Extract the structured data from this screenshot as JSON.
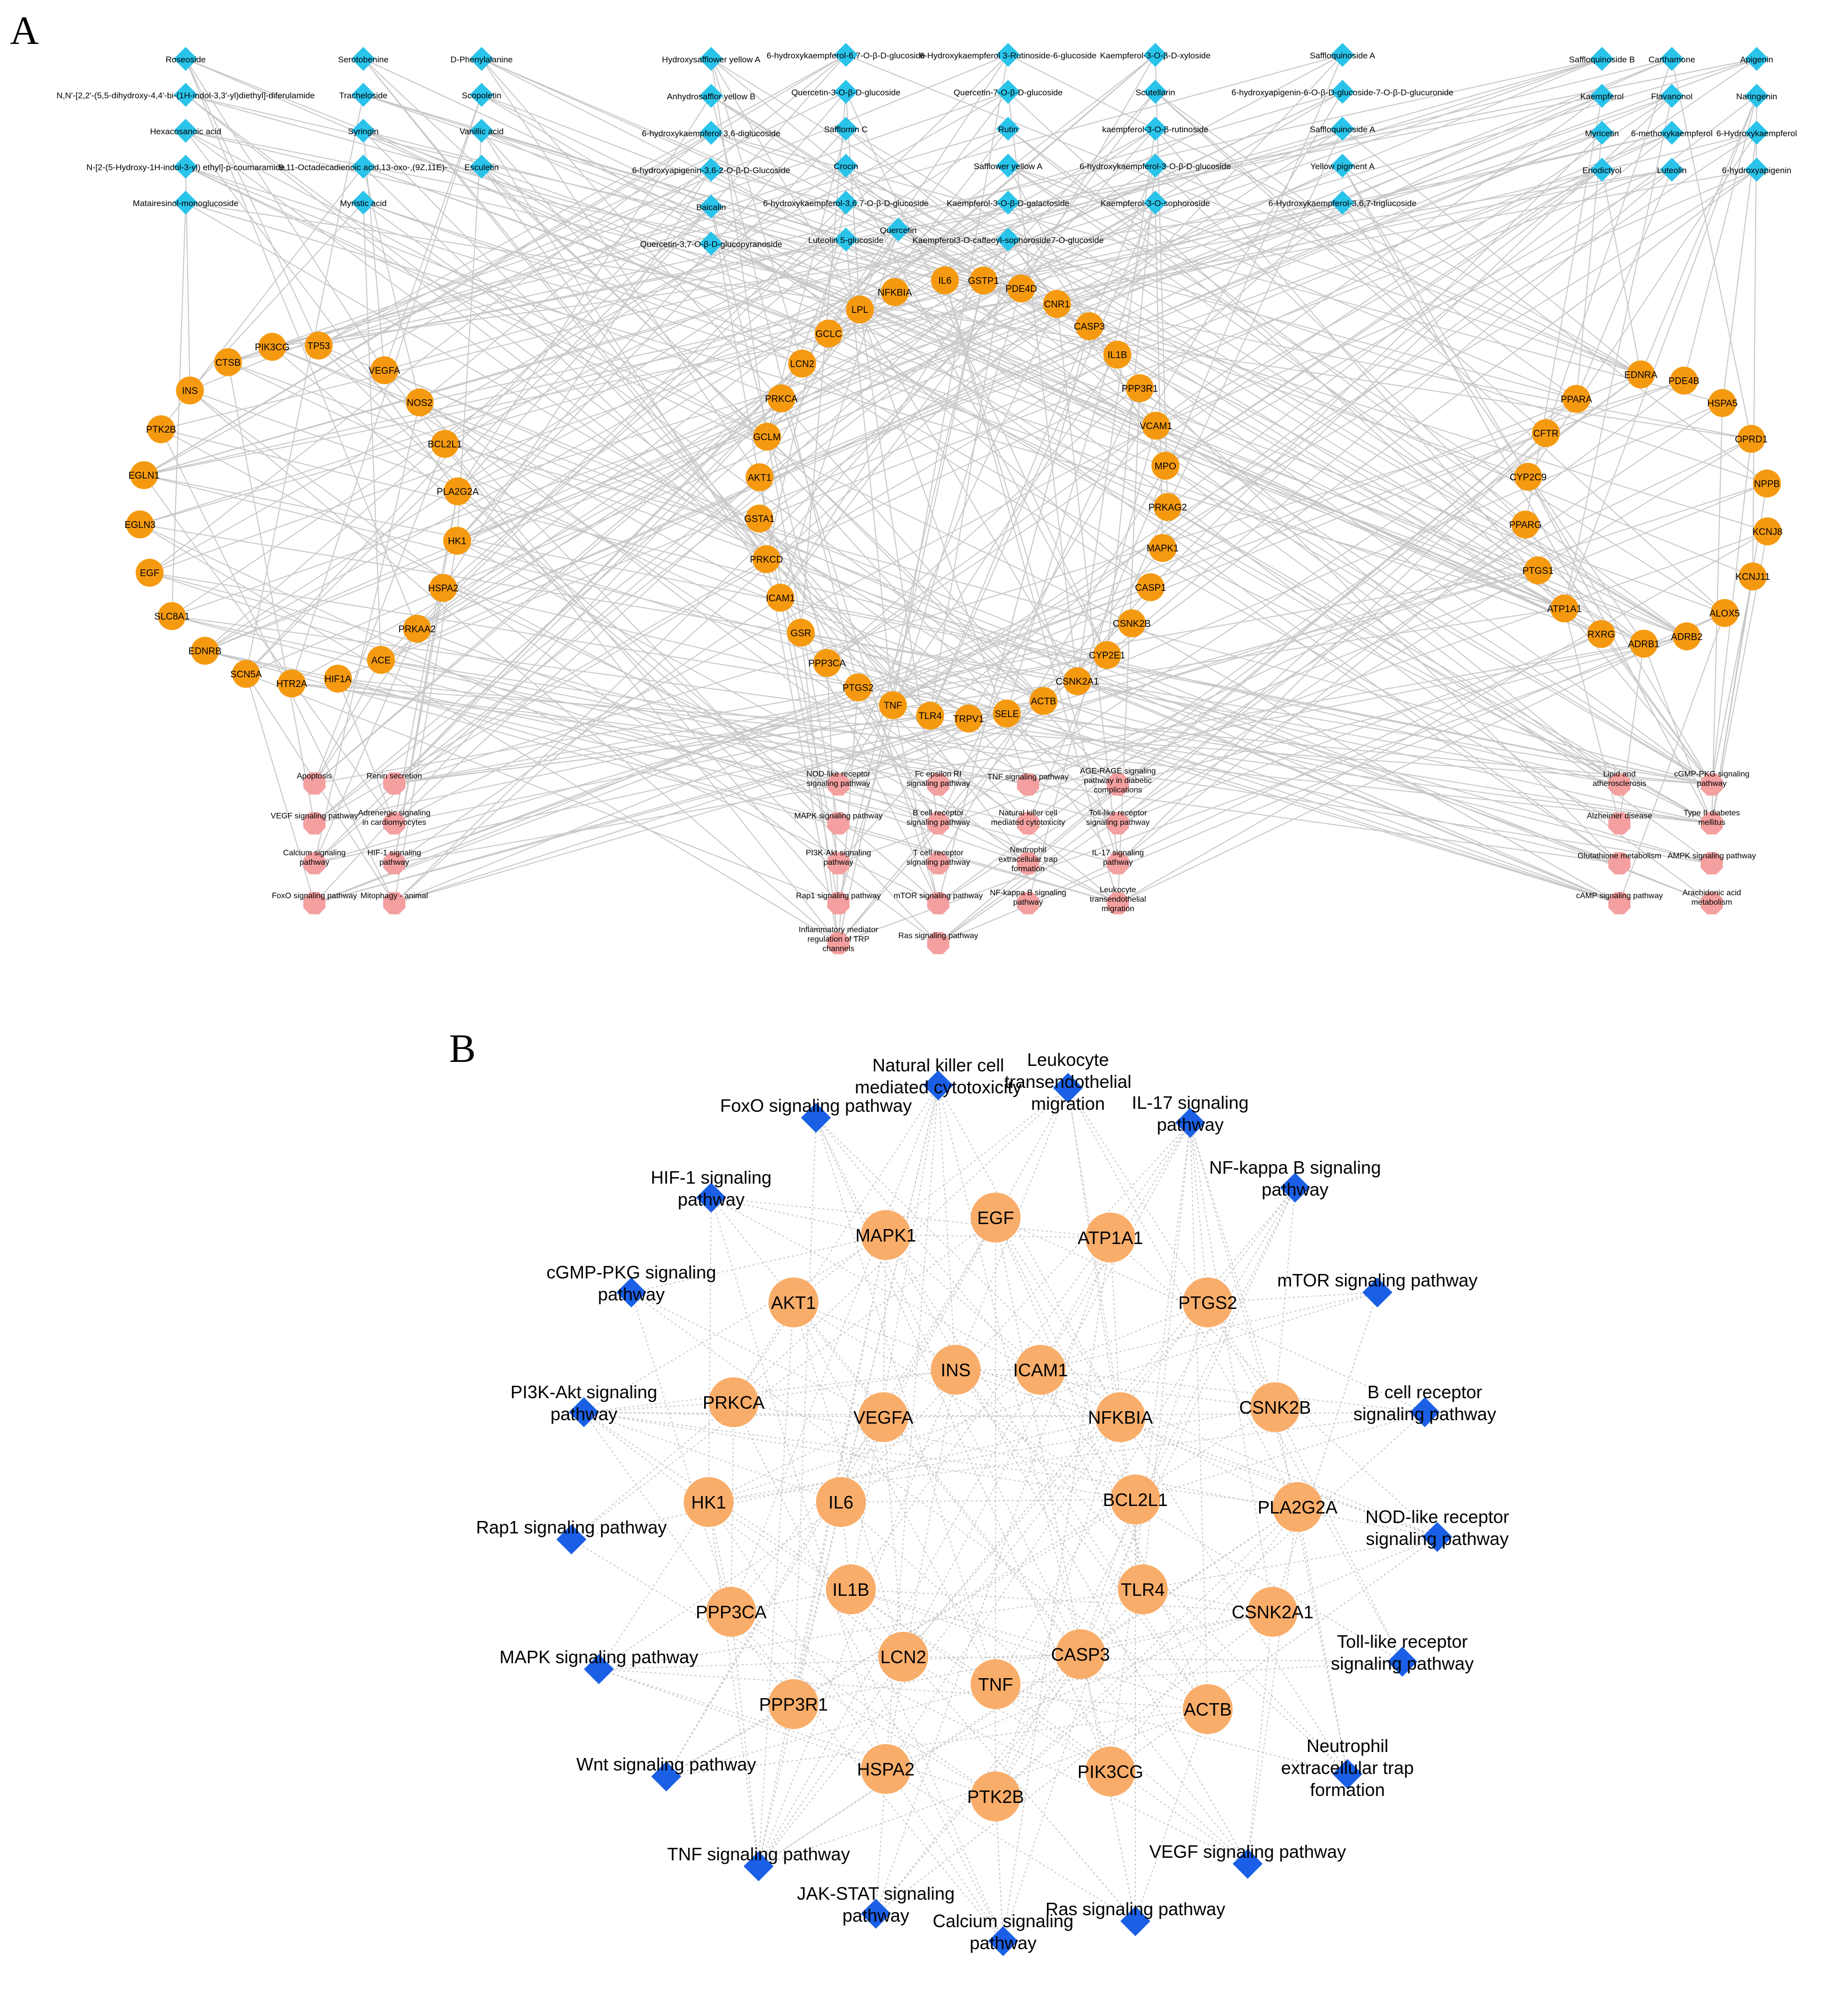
{
  "panels": [
    {
      "letter": "A",
      "compounds": [
        "Roseoside",
        "N,N'-[2,2'-(5,5-dihydroxy-4,4'-bi-(1H-indol-3,3'-yl)diethyl]-diferulamide",
        "Hexacosanoic acid",
        "N-[2-(5-Hydroxy-1H-indol-3-yl) ethyl]-p-coumaramide",
        "Matairesinol-monoglucoside",
        "Serotobenine",
        "Tracheloside",
        "Syringin",
        "9,11-Octadecadienoic acid,13-oxo-,(9Z,11E)-",
        "Myristic acid",
        "D-Phenylalanine",
        "Scopoletin",
        "Vanillic acid",
        "Esculetin",
        "Hydroxysafflower yellow A",
        "Anhydrosafflor yellow B",
        "6-hydroxykaempferol 3,6-diglucoside",
        "6-hydroxyapigenin-3,6-2-O-β-D-Glucoside",
        "Baicalin",
        "Quercetin-3,7-O-β-D-glucopyranoside",
        "6-hydroxykaempferol-6,7-O-β-D-glucoside",
        "Quercetin-3-O-β-D-glucoside",
        "Safflomin C",
        "Crocin",
        "6-hydroxykaempferol-3,6,7-O-β-D-glucoside",
        "Luteolin 5-glucoside",
        "6-Hydroxykaempferol 3-Rutinoside-6-glucoside",
        "Quercetin-7-O-β-D-glucoside",
        "Rutin",
        "Safflower yellow A",
        "Kaempferol-3-O-β-D-galactoside",
        "Kaempferol3-O-caffeoyl-sophoroside7-O-glucoside",
        "Kaempferol-3-O-β-D-xyloside",
        "Scutellarin",
        "kaempferol-3-O-β-rutinoside",
        "6-hydroxykaempferol-3-O-β-D-glucoside",
        "Kaempferol-3-O-sophoroside",
        "Saffloquinoside A",
        "6-hydroxyapigenin-6-O-β-D-glucoside-7-O-β-D-glucuronide",
        "Saffloquinoside A",
        "Yellow pigment A",
        "6-Hydroxykaempferol-3,6,7-triglucoside",
        "Saffloquinoside B",
        "Kaempferol",
        "Myricetin",
        "Eriodictyol",
        "Carthamone",
        "Flavanonol",
        "6-methoxykaempferol",
        "Luteolin",
        "Apigenin",
        "Naringenin",
        "6-Hydroxykaempferol",
        "6-hydroxyapigenin",
        "Quercetin"
      ],
      "targets_left": [
        "TP53",
        "PIK3CG",
        "CTSB",
        "INS",
        "PTK2B",
        "EGLN1",
        "EGLN3",
        "EGF",
        "SLC8A1",
        "EDNRB",
        "SCN5A",
        "HTR2A",
        "HIF1A",
        "ACE",
        "PRKAA2",
        "HSPA2",
        "HK1",
        "PLA2G2A",
        "BCL2L1",
        "NOS2",
        "VEGFA"
      ],
      "targets_middle": [
        "IL6",
        "GSTP1",
        "PDE4D",
        "CNR1",
        "CASP3",
        "IL1B",
        "PPP3R1",
        "VCAM1",
        "MPO",
        "PRKAG2",
        "MAPK1",
        "CASP1",
        "CSNK2B",
        "CYP2E1",
        "CSNK2A1",
        "ACTB",
        "SELE",
        "TRPV1",
        "TLR4",
        "TNF",
        "PTGS2",
        "PPP3CA",
        "GSR",
        "ICAM1",
        "PRKCD",
        "GSTA1",
        "AKT1",
        "GCLM",
        "PRKCA",
        "LCN2",
        "GCLC",
        "LPL",
        "NFKBIA"
      ],
      "targets_right": [
        "EDNRA",
        "PDE4B",
        "HSPA5",
        "OPRD1",
        "NPPB",
        "KCNJ8",
        "KCNJ11",
        "ALOX5",
        "ADRB2",
        "ADRB1",
        "RXRG",
        "ATP1A1",
        "PTGS1",
        "PPARG",
        "CYP2C9",
        "CFTR",
        "PPARA"
      ],
      "pathways_left": [
        "Apoptosis",
        "Renin secretion",
        "VEGF signaling pathway",
        "Adrenergic signaling in cardiomyocytes",
        "Calcium signaling pathway",
        "HIF-1 signaling pathway",
        "FoxO signaling pathway",
        "Mitophagy - animal"
      ],
      "pathways_middle": [
        "NOD-like receptor signaling pathway",
        "Fc epsilon RI signaling pathway",
        "TNF signaling pathway",
        "AGE-RAGE signaling pathway in diabetic complications",
        "MAPK signaling pathway",
        "B cell receptor signaling pathway",
        "Natural killer cell mediated cytotoxicity",
        "Toll-like receptor signaling pathway",
        "PI3K-Akt signaling pathway",
        "T cell receptor signaling pathway",
        "Neutrophil extracellular trap formation",
        "IL-17 signaling pathway",
        "Rap1 signaling pathway",
        "mTOR signaling pathway",
        "NF-kappa B signaling pathway",
        "Leukocyte transendothelial migration",
        "Inflammatory mediator regulation of TRP channels",
        "Ras signaling pathway"
      ],
      "pathways_right": [
        "Lipid and atherosclerosis",
        "cGMP-PKG signaling pathway",
        "Alzheimer disease",
        "Type II diabetes mellitus",
        "Glutathione metabolism",
        "AMPK signaling pathway",
        "cAMP signaling pathway",
        "Arachidonic acid metabolism"
      ]
    },
    {
      "letter": "B",
      "targets": [
        "EGF",
        "ATP1A1",
        "PTGS2",
        "CSNK2B",
        "PLA2G2A",
        "CSNK2A1",
        "ACTB",
        "PIK3CG",
        "PTK2B",
        "HSPA2",
        "PPP3R1",
        "PPP3CA",
        "HK1",
        "PRKCA",
        "AKT1",
        "MAPK1",
        "INS",
        "ICAM1",
        "NFKBIA",
        "BCL2L1",
        "TLR4",
        "CASP3",
        "TNF",
        "LCN2",
        "IL1B",
        "IL6",
        "VEGFA"
      ],
      "pathways": [
        "Natural killer cell mediated cytotoxicity",
        "Leukocyte transendothelial migration",
        "IL-17 signaling pathway",
        "NF-kappa B signaling pathway",
        "mTOR signaling pathway",
        "B cell receptor signaling pathway",
        "NOD-like receptor signaling pathway",
        "Toll-like receptor signaling pathway",
        "Neutrophil extracellular trap formation",
        "VEGF signaling pathway",
        "Ras signaling pathway",
        "Calcium signaling pathway",
        "JAK-STAT signaling pathway",
        "TNF signaling pathway",
        "Wnt signaling pathway",
        "MAPK signaling pathway",
        "Rap1 signaling pathway",
        "PI3K-Akt signaling pathway",
        "cGMP-PKG signaling pathway",
        "HIF-1 signaling pathway",
        "FoxO signaling pathway"
      ]
    }
  ],
  "colors": {
    "compound_node": "#2ac3ea",
    "target_node_a": "#f59a10",
    "pathway_node_a": "#f4a0a0",
    "target_node_b": "#f9ad6a",
    "pathway_node_b": "#1a5fe6",
    "edge": "#c8c8c8"
  }
}
